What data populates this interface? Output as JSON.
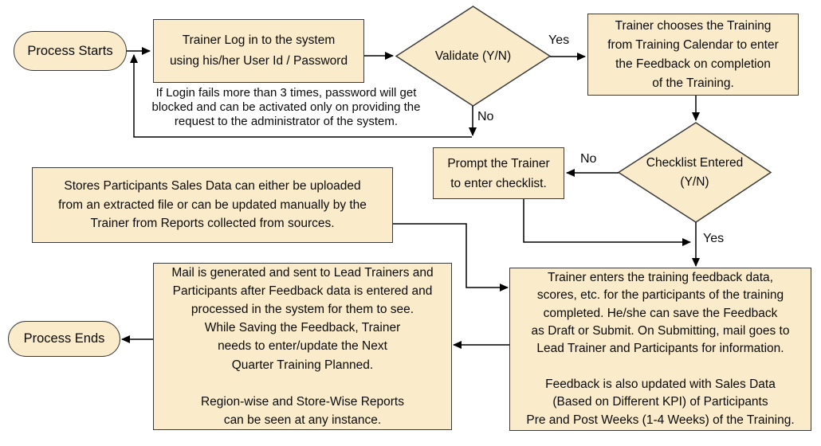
{
  "diagram": {
    "colors": {
      "background": "#FFFFFF",
      "shape_fill": "#FAECCA",
      "shape_border": "#3A3A3A",
      "connector": "#000000",
      "text": "#0A0A0A"
    },
    "nodes": {
      "start": {
        "shape": "terminator",
        "label": "Process Starts"
      },
      "login": {
        "shape": "process",
        "lines": [
          "Trainer Log in to the system",
          "using his/her User Id / Password"
        ]
      },
      "login_note": {
        "shape": "annotation",
        "lines": [
          "If Login fails more than 3 times, password will get",
          "blocked and can be activated only on providing the",
          "request to the administrator of the system."
        ]
      },
      "validate": {
        "shape": "decision",
        "label": "Validate (Y/N)"
      },
      "choose_training": {
        "shape": "process",
        "lines": [
          "Trainer chooses the Training",
          "from Training Calendar to enter",
          "the Feedback on completion",
          "of the Training."
        ]
      },
      "checklist": {
        "shape": "decision",
        "lines": [
          "Checklist Entered",
          "(Y/N)"
        ]
      },
      "prompt_checklist": {
        "shape": "process",
        "lines": [
          "Prompt the Trainer",
          "to enter checklist."
        ]
      },
      "stores_sales_data": {
        "shape": "process",
        "lines": [
          "Stores Participants Sales Data can either be uploaded",
          "from an extracted file or can be updated manually by the",
          "Trainer from Reports collected from sources."
        ]
      },
      "enter_feedback": {
        "shape": "process",
        "lines": [
          "Trainer enters the training feedback data,",
          "scores, etc. for the participants of the training",
          "completed. He/she can save the Feedback",
          "as Draft or Submit. On Submitting, mail goes to",
          "Lead Trainer and Participants for information.",
          "",
          "Feedback is also updated with Sales Data",
          "(Based on Different KPI) of Participants",
          "Pre and Post Weeks (1-4 Weeks) of the Training."
        ]
      },
      "mail_generated": {
        "shape": "process",
        "lines": [
          "Mail is generated and sent to Lead Trainers and",
          "Participants after Feedback data is entered and",
          "processed in the system for them to see.",
          "While Saving the Feedback, Trainer",
          "needs to enter/update the Next",
          "Quarter Training Planned.",
          "",
          "Region-wise and Store-Wise Reports",
          "can be seen at any instance."
        ]
      },
      "end": {
        "shape": "terminator",
        "label": "Process Ends"
      }
    },
    "edge_labels": {
      "validate_yes": "Yes",
      "validate_no": "No",
      "checklist_no": "No",
      "checklist_yes": "Yes"
    }
  }
}
